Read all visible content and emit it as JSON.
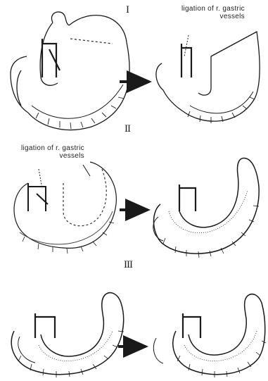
{
  "panels": [
    {
      "numeral": "I",
      "annotation": {
        "line1": "ligation of r. gastric",
        "line2": "vessels"
      }
    },
    {
      "numeral": "II",
      "annotation": {
        "line1": "ligation of r. gastric",
        "line2": "vessels"
      }
    },
    {
      "numeral": "III"
    }
  ],
  "colors": {
    "ink": "#1a1a1a",
    "dashed": "#333333"
  }
}
